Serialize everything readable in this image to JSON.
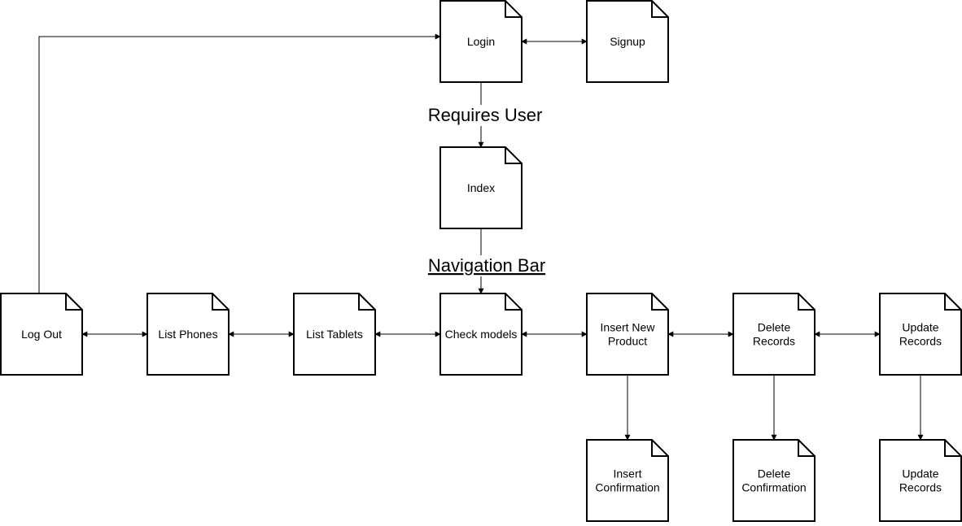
{
  "nodes": [
    {
      "id": "login",
      "lines": [
        "Login"
      ]
    },
    {
      "id": "signup",
      "lines": [
        "Signup"
      ]
    },
    {
      "id": "index",
      "lines": [
        "Index"
      ]
    },
    {
      "id": "logout",
      "lines": [
        "Log Out"
      ]
    },
    {
      "id": "list-phones",
      "lines": [
        "List Phones"
      ]
    },
    {
      "id": "list-tablets",
      "lines": [
        "List Tablets"
      ]
    },
    {
      "id": "check-models",
      "lines": [
        "Check models"
      ]
    },
    {
      "id": "insert-new-product",
      "lines": [
        "Insert New",
        "Product"
      ]
    },
    {
      "id": "delete-records",
      "lines": [
        "Delete",
        "Records"
      ]
    },
    {
      "id": "update-records",
      "lines": [
        "Update",
        "Records"
      ]
    },
    {
      "id": "insert-confirmation",
      "lines": [
        "Insert",
        "Confirmation"
      ]
    },
    {
      "id": "delete-confirmation",
      "lines": [
        "Delete",
        "Confirmation"
      ]
    },
    {
      "id": "update-records-2",
      "lines": [
        "Update",
        "Records"
      ]
    }
  ],
  "edges": [
    {
      "from": "login",
      "to": "signup",
      "bidirectional": true
    },
    {
      "from": "login",
      "to": "index",
      "bidirectional": false,
      "label": "Requires User"
    },
    {
      "from": "index",
      "to": "check-models",
      "bidirectional": false,
      "label": "Navigation Bar",
      "label_underlined": true
    },
    {
      "from": "logout",
      "to": "login",
      "bidirectional": false
    },
    {
      "from": "logout",
      "to": "list-phones",
      "bidirectional": true
    },
    {
      "from": "list-phones",
      "to": "list-tablets",
      "bidirectional": true
    },
    {
      "from": "list-tablets",
      "to": "check-models",
      "bidirectional": true
    },
    {
      "from": "check-models",
      "to": "insert-new-product",
      "bidirectional": true
    },
    {
      "from": "insert-new-product",
      "to": "delete-records",
      "bidirectional": true
    },
    {
      "from": "delete-records",
      "to": "update-records",
      "bidirectional": true
    },
    {
      "from": "insert-new-product",
      "to": "insert-confirmation",
      "bidirectional": false
    },
    {
      "from": "delete-records",
      "to": "delete-confirmation",
      "bidirectional": false
    },
    {
      "from": "update-records",
      "to": "update-records-2",
      "bidirectional": false
    }
  ]
}
